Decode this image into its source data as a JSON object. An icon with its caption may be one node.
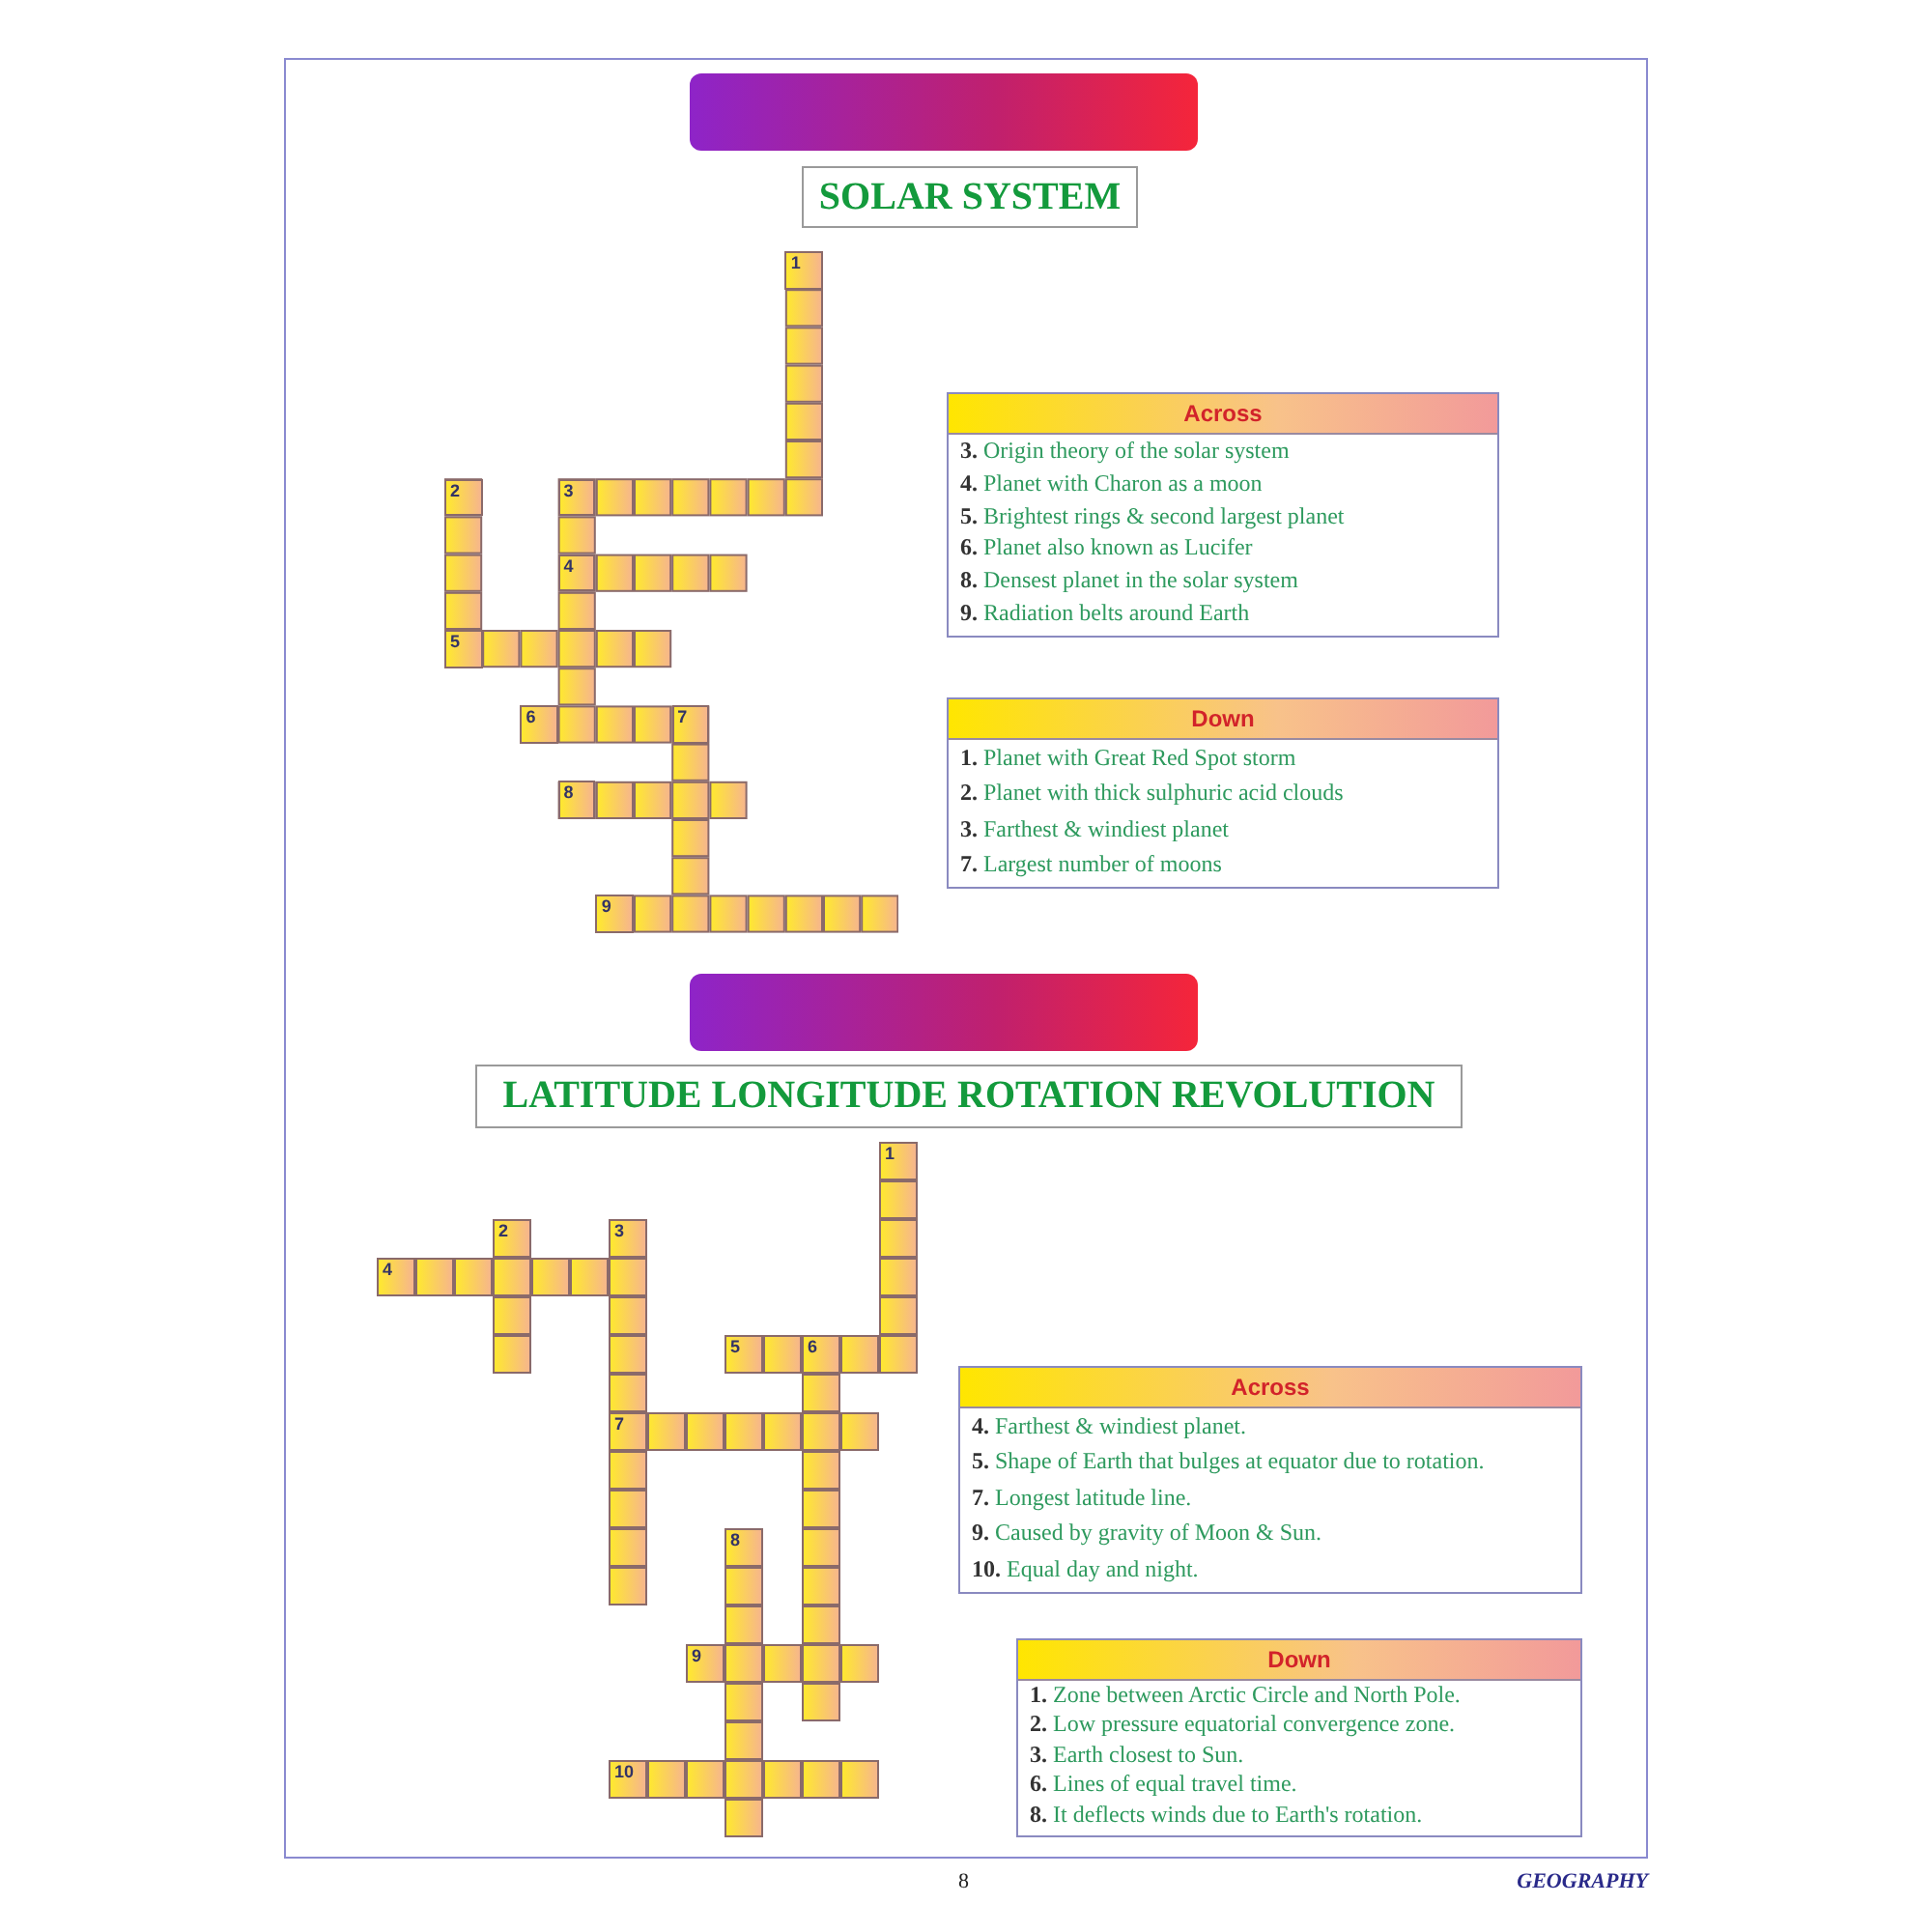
{
  "diagram": {
    "nodes": [
      {
        "text": [],
        "shape": "box"
      },
      {
        "text": [
          "SOLAR SYSTEM"
        ]
      },
      {
        "text": [
          "1"
        ]
      },
      {
        "text": [
          "2"
        ]
      },
      {
        "text": [
          "3"
        ]
      },
      {
        "text": [
          "4"
        ]
      },
      {
        "text": [
          "5"
        ]
      },
      {
        "text": [
          "6"
        ]
      },
      {
        "text": [
          "7"
        ]
      },
      {
        "text": [
          "8"
        ]
      },
      {
        "text": [
          "9"
        ]
      },
      {
        "text": [
          "Across",
          "**3.** Origin theory of the solar system",
          "**4.** Planet with Charon as a moon",
          "**5.** Brightest rings & second largest planet",
          "**6.** Planet also known as Lucifer",
          "**8.** Densest planet in the solar system",
          "**9.** Radiation belts around Earth"
        ]
      },
      {
        "text": [
          "Down",
          "**1.** Planet with Great Red Spot storm",
          "**2.** Planet with thick sulphuric acid clouds",
          "**3.** Farthest & windiest planet",
          "**7.** Largest number of moons"
        ]
      },
      {
        "text": [],
        "shape": "box"
      },
      {
        "text": [
          "LATITUDE LONGITUDE ROTATION REVOLUTION"
        ]
      },
      {
        "text": [
          "1"
        ]
      },
      {
        "text": [
          "2"
        ]
      },
      {
        "text": [
          "3"
        ]
      },
      {
        "text": [
          "4"
        ]
      },
      {
        "text": [
          "5"
        ]
      },
      {
        "text": [
          "6"
        ]
      },
      {
        "text": [
          "7"
        ]
      },
      {
        "text": [
          "8"
        ]
      },
      {
        "text": [
          "9"
        ]
      },
      {
        "text": [
          "10"
        ]
      },
      {
        "text": [
          "Across",
          "**4.** Farthest & windiest planet.",
          "**5.** Shape of Earth that bulges at equator due to rotation.",
          "**7.** Longest latitude line.",
          "**9.** Caused by gravity of Moon & Sun.",
          "**10.** Equal day and night."
        ]
      },
      {
        "text": [
          "Down",
          "**1.** Zone between Arctic Circle and North Pole.",
          "**2.** Low pressure equatorial convergence zone.",
          "**3.** Earth closest to Sun.",
          "**6.** Lines of equal travel time.",
          "**8.** It deflects winds due to Earth's rotation."
        ]
      }
    ],
    "edges": [],
    "labels": [
      "8",
      "GEOGRAPHY"
    ]
  }
}
